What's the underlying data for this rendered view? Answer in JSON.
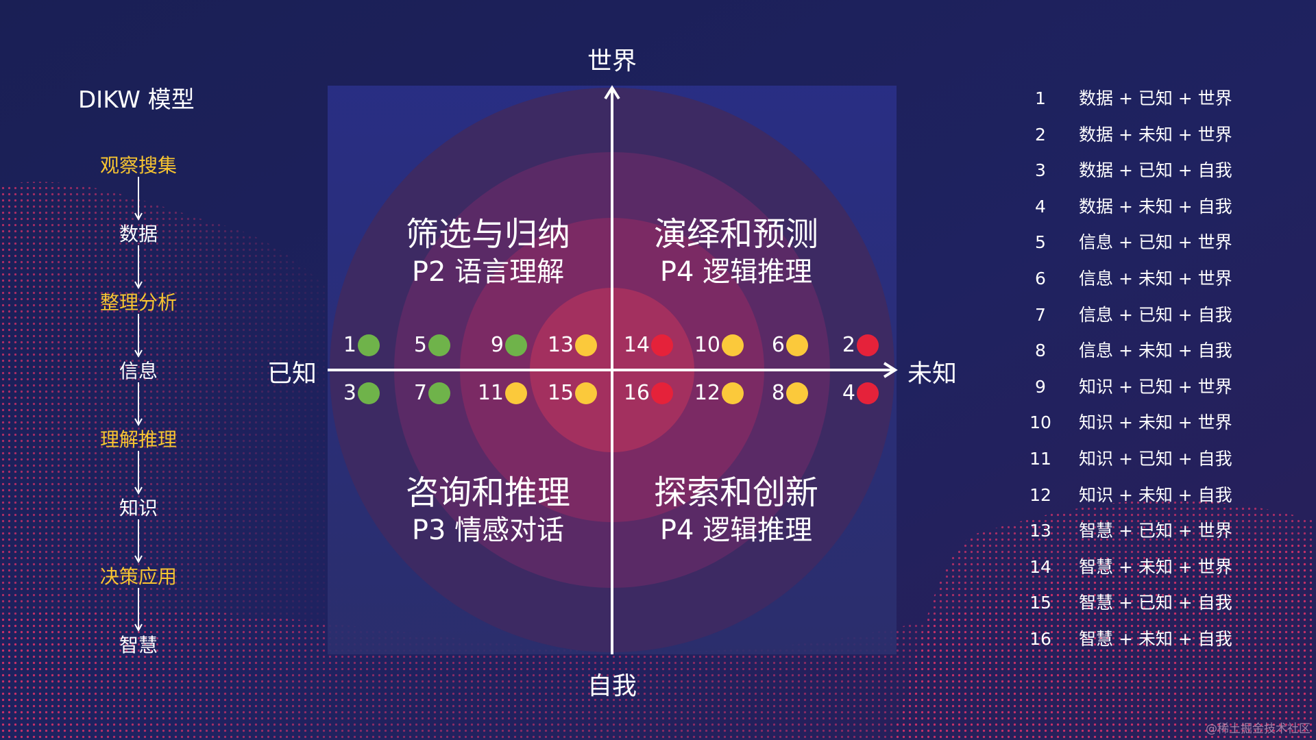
{
  "dikw": {
    "title": "DIKW 模型",
    "stages": [
      {
        "label": "观察搜集",
        "kind": "process"
      },
      {
        "label": "数据",
        "kind": "level"
      },
      {
        "label": "整理分析",
        "kind": "process"
      },
      {
        "label": "信息",
        "kind": "level"
      },
      {
        "label": "理解推理",
        "kind": "process"
      },
      {
        "label": "知识",
        "kind": "level"
      },
      {
        "label": "决策应用",
        "kind": "process"
      },
      {
        "label": "智慧",
        "kind": "level"
      }
    ]
  },
  "axes": {
    "top": "世界",
    "bottom": "自我",
    "left": "已知",
    "right": "未知"
  },
  "quadrants": {
    "top_left": {
      "title": "筛选与归纳",
      "subtitle": "P2 语言理解"
    },
    "top_right": {
      "title": "演绎和预测",
      "subtitle": "P4 逻辑推理"
    },
    "bottom_left": {
      "title": "咨询和推理",
      "subtitle": "P3 情感对话"
    },
    "bottom_right": {
      "title": "探索和创新",
      "subtitle": "P4 逻辑推理"
    }
  },
  "colors": {
    "green": "#6fb34a",
    "yellow": "#fbc93b",
    "red": "#e5223a",
    "process_text": "#f7c431",
    "background": "#1c2259",
    "ring_outer": "#3d2a63",
    "ring_2": "#5a2a66",
    "ring_3": "#7b2a64",
    "ring_center": "#a3305f"
  },
  "points": {
    "top_row": [
      {
        "id": "1",
        "color": "green"
      },
      {
        "id": "5",
        "color": "green"
      },
      {
        "id": "9",
        "color": "green"
      },
      {
        "id": "13",
        "color": "yellow"
      },
      {
        "id": "14",
        "color": "red"
      },
      {
        "id": "10",
        "color": "yellow"
      },
      {
        "id": "6",
        "color": "yellow"
      },
      {
        "id": "2",
        "color": "red"
      }
    ],
    "bottom_row": [
      {
        "id": "3",
        "color": "green"
      },
      {
        "id": "7",
        "color": "green"
      },
      {
        "id": "11",
        "color": "yellow"
      },
      {
        "id": "15",
        "color": "yellow"
      },
      {
        "id": "16",
        "color": "red"
      },
      {
        "id": "12",
        "color": "yellow"
      },
      {
        "id": "8",
        "color": "yellow"
      },
      {
        "id": "4",
        "color": "red"
      }
    ]
  },
  "legend": [
    {
      "num": "1",
      "text": "数据 + 已知 + 世界"
    },
    {
      "num": "2",
      "text": "数据 + 未知 + 世界"
    },
    {
      "num": "3",
      "text": "数据 + 已知 + 自我"
    },
    {
      "num": "4",
      "text": "数据 + 未知 + 自我"
    },
    {
      "num": "5",
      "text": "信息 + 已知 + 世界"
    },
    {
      "num": "6",
      "text": "信息 + 未知 + 世界"
    },
    {
      "num": "7",
      "text": "信息 + 已知 + 自我"
    },
    {
      "num": "8",
      "text": "信息 + 未知 + 自我"
    },
    {
      "num": "9",
      "text": "知识 + 已知 + 世界"
    },
    {
      "num": "10",
      "text": "知识 + 未知 + 世界"
    },
    {
      "num": "11",
      "text": "知识 + 已知 + 自我"
    },
    {
      "num": "12",
      "text": "知识 + 未知 + 自我"
    },
    {
      "num": "13",
      "text": "智慧 + 已知 + 世界"
    },
    {
      "num": "14",
      "text": "智慧 + 未知 + 世界"
    },
    {
      "num": "15",
      "text": "智慧 + 已知 + 自我"
    },
    {
      "num": "16",
      "text": "智慧 + 未知 + 自我"
    }
  ],
  "watermark": "@稀土掘金技术社区"
}
